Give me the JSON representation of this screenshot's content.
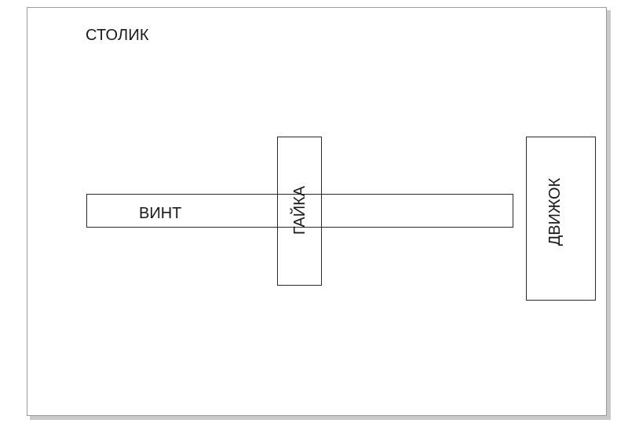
{
  "diagram": {
    "title": "СТОЛИК",
    "screw_label": "ВИНТ",
    "nut_label": "ГАЙКА",
    "motor_label": "ДВИЖОК"
  },
  "colors": {
    "line": "#2a2a2a",
    "page_border": "#9a9a9a",
    "shadow": "#c9c9c9"
  }
}
